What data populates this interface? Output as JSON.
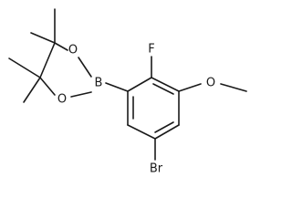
{
  "molecule": {
    "atoms": {
      "fluorine": "F",
      "oxygen_methoxy": "O",
      "oxygen_upper": "O",
      "oxygen_lower": "O",
      "boron": "B",
      "bromine": "Br"
    }
  }
}
